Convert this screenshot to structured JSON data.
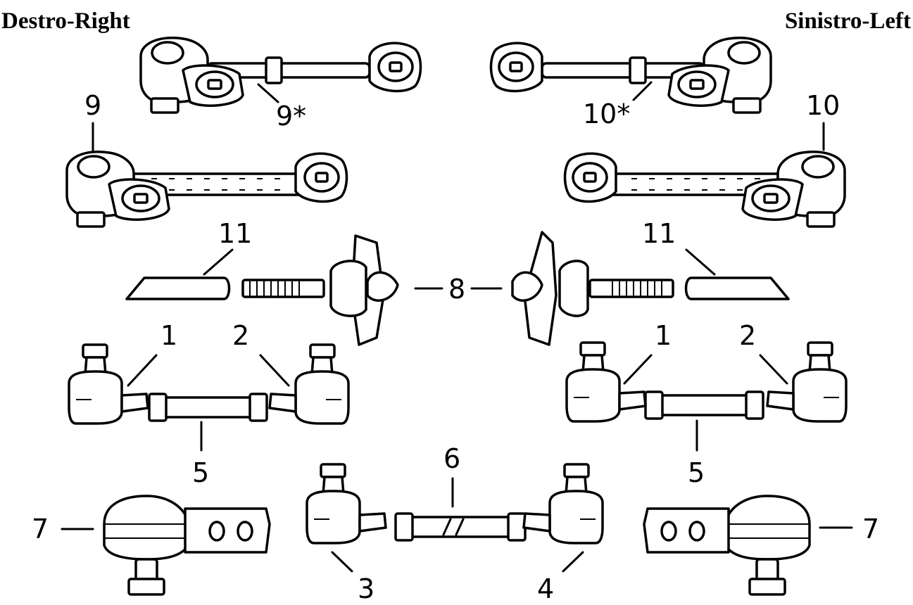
{
  "header": {
    "right_label": "Destro-Right",
    "left_label": "Sinistro-Left"
  },
  "callouts": {
    "c9_star": "9*",
    "c10_star": "10*",
    "c9": "9",
    "c10": "10",
    "c11_a": "11",
    "c11_b": "11",
    "c8": "8",
    "c1_a": "1",
    "c2_a": "2",
    "c1_b": "1",
    "c2_b": "2",
    "c5_a": "5",
    "c5_b": "5",
    "c6": "6",
    "c7_a": "7",
    "c7_b": "7",
    "c3": "3",
    "c4": "4"
  }
}
